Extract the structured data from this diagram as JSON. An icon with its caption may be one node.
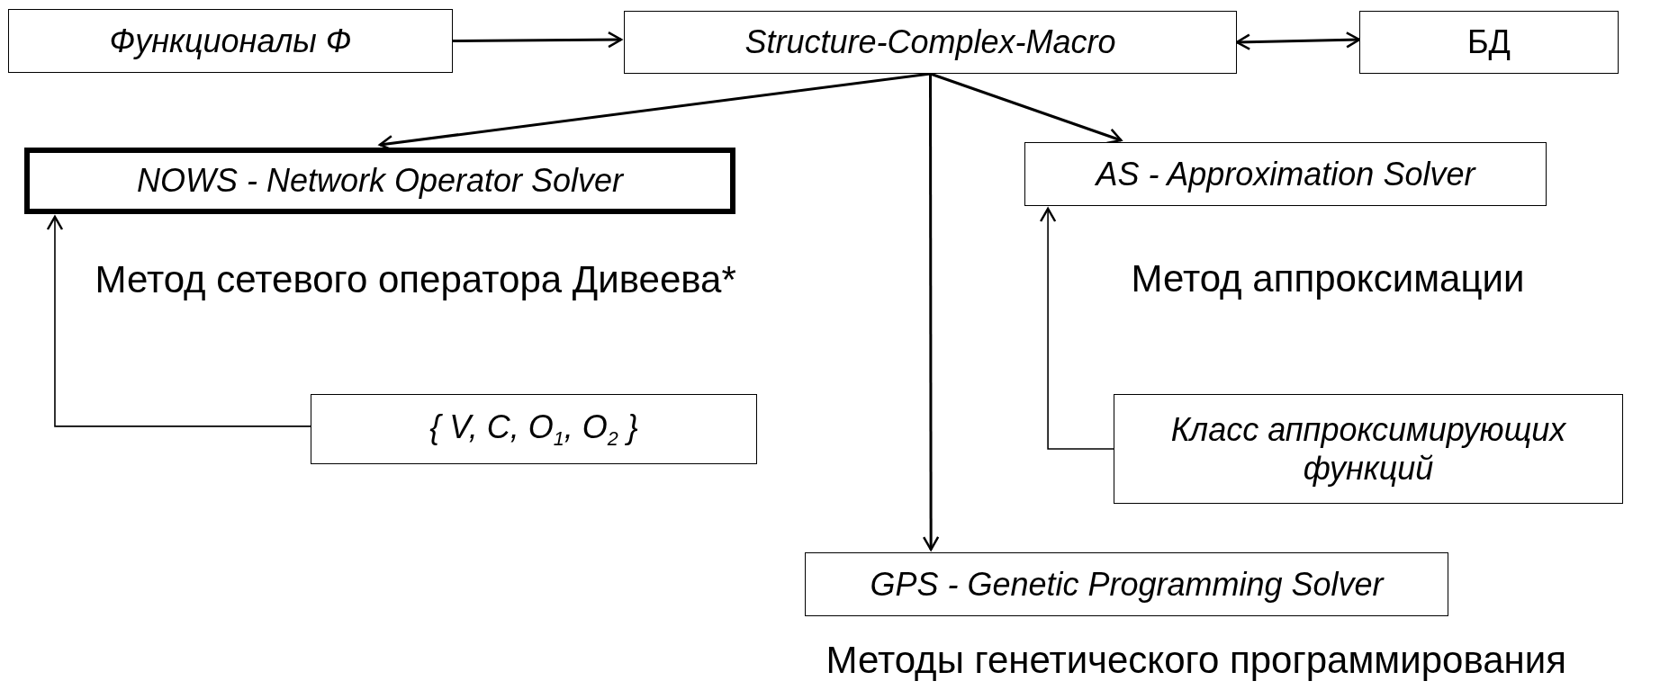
{
  "diagram": {
    "nodes": [
      {
        "text": [
          "Функционалы Ф"
        ]
      },
      {
        "text": [
          "Structure-Complex-Macro"
        ]
      },
      {
        "text": [
          "БД"
        ]
      },
      {
        "text": [
          "NOWS - Network Operator Solver"
        ],
        "beside": [
          "Метод сетевого оператора Дивеева*"
        ]
      },
      {
        "text": [
          "AS - Approximation Solver"
        ],
        "beside": [
          "Метод аппроксимации"
        ]
      },
      {
        "text": [
          "{ V, C, O$_{1}$, O$_{2}$ }"
        ]
      },
      {
        "text": [
          "Класс аппроксимирующих функций"
        ]
      },
      {
        "text": [
          "GPS - Genetic Programming Solver"
        ],
        "beside": [
          "Методы генетического программирования"
        ]
      }
    ],
    "edges": [
      {
        "from": 0,
        "to": 1,
        "arrow": "to"
      },
      {
        "from": 1,
        "to": 2,
        "arrow": "both"
      },
      {
        "from": 1,
        "to": 3,
        "arrow": "to"
      },
      {
        "from": 1,
        "to": 4,
        "arrow": "to"
      },
      {
        "from": 1,
        "to": 7,
        "arrow": "to"
      },
      {
        "from": 5,
        "to": 3,
        "arrow": "to"
      },
      {
        "from": 6,
        "to": 4,
        "arrow": "to"
      }
    ]
  }
}
